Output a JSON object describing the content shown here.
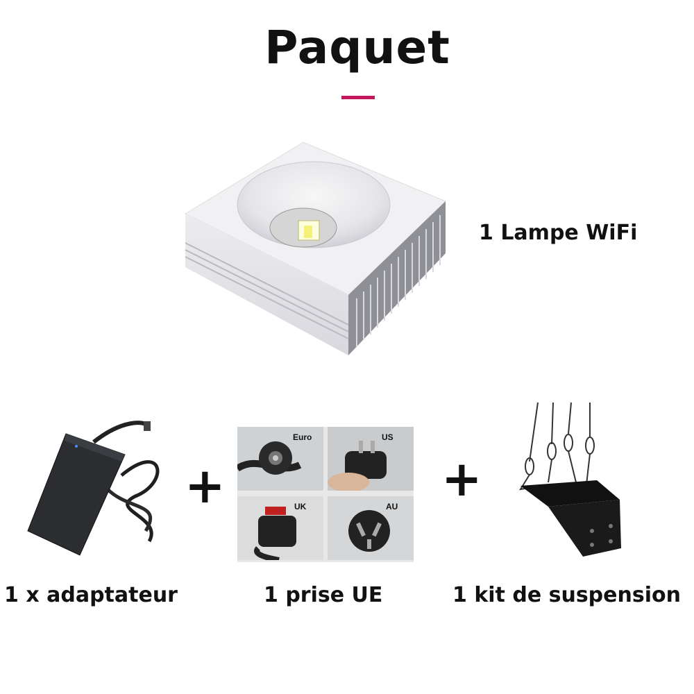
{
  "page": {
    "title": "Paquet",
    "accent_color": "#c2185b"
  },
  "items": {
    "lamp": {
      "label": "1 Lampe WiFi",
      "icon": "led-lamp-icon"
    },
    "adapter": {
      "label": "1 x adaptateur",
      "icon": "power-adapter-icon"
    },
    "plug": {
      "label": "1 prise UE",
      "icon": "plug-icon",
      "variants": [
        "Euro",
        "US",
        "UK",
        "AU"
      ]
    },
    "kit": {
      "label": "1 kit de suspension",
      "icon": "hanging-kit-icon"
    }
  },
  "separators": {
    "plus": "+"
  }
}
